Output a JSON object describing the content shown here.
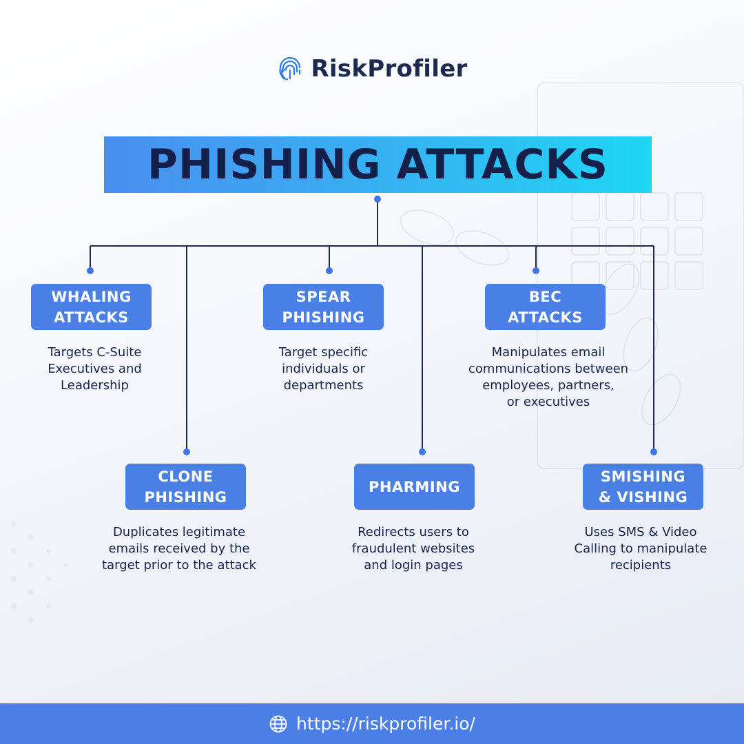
{
  "brand": {
    "name": "RiskProfiler",
    "logo_icon": "fingerprint-icon"
  },
  "title": "PHISHING ATTACKS",
  "attacks": [
    {
      "title": [
        "WHALING",
        "ATTACKS"
      ],
      "description": [
        "Targets C-Suite",
        "Executives and",
        "Leadership"
      ]
    },
    {
      "title": [
        "SPEAR",
        "PHISHING"
      ],
      "description": [
        "Target specific",
        "individuals or",
        "departments"
      ]
    },
    {
      "title": [
        "BEC",
        "ATTACKS"
      ],
      "description": [
        "Manipulates email",
        "communications between",
        "employees, partners,",
        "or executives"
      ]
    },
    {
      "title": [
        "CLONE",
        "PHISHING"
      ],
      "description": [
        "Duplicates legitimate",
        "emails received by the",
        "target prior to the attack"
      ]
    },
    {
      "title": [
        "PHARMING"
      ],
      "description": [
        "Redirects users to",
        "fraudulent websites",
        "and login pages"
      ]
    },
    {
      "title": [
        "SMISHING",
        "& VISHING"
      ],
      "description": [
        "Uses SMS & Video",
        "Calling to manipulate",
        "recipients"
      ]
    }
  ],
  "footer": {
    "url": "https://riskprofiler.io/",
    "icon": "globe-icon"
  },
  "colors": {
    "node": "#4a7fe6",
    "line": "#1b2a4e",
    "dot": "#3f76e4",
    "footer": "#4b7fe5",
    "title_gradient": [
      "#4a8ef0",
      "#1fd6f4"
    ]
  }
}
